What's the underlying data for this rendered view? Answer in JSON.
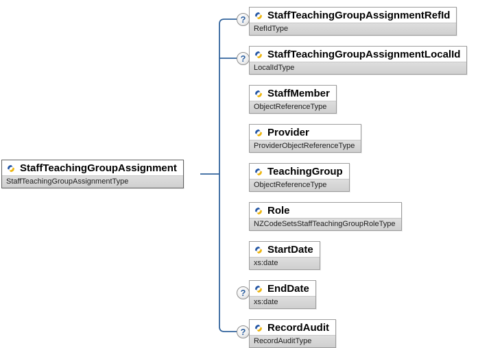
{
  "diagram": {
    "optional_indicator": "?",
    "colors": {
      "connector_blue": "#31639c",
      "box_border": "#9c9c9c",
      "type_row_bg": "#d5d5d5",
      "icon_blue": "#2456a4",
      "icon_yellow": "#edb50e",
      "question_mark_blue": "#2d5f9e"
    },
    "root": {
      "name": "StaffTeachingGroupAssignment",
      "type": "StaffTeachingGroupAssignmentType"
    },
    "children": [
      {
        "name": "StaffTeachingGroupAssignmentRefId",
        "type": "RefIdType",
        "optional": true
      },
      {
        "name": "StaffTeachingGroupAssignmentLocalId",
        "type": "LocalIdType",
        "optional": true
      },
      {
        "name": "StaffMember",
        "type": "ObjectReferenceType",
        "optional": false
      },
      {
        "name": "Provider",
        "type": "ProviderObjectReferenceType",
        "optional": false
      },
      {
        "name": "TeachingGroup",
        "type": "ObjectReferenceType",
        "optional": false
      },
      {
        "name": "Role",
        "type": "NZCodeSetsStaffTeachingGroupRoleType",
        "optional": false
      },
      {
        "name": "StartDate",
        "type": "xs:date",
        "optional": false
      },
      {
        "name": "EndDate",
        "type": "xs:date",
        "optional": true
      },
      {
        "name": "RecordAudit",
        "type": "RecordAuditType",
        "optional": true
      }
    ]
  }
}
